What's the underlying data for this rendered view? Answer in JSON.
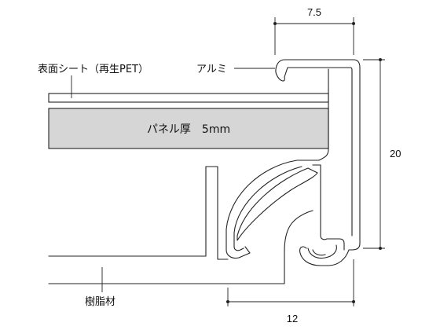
{
  "labels": {
    "surface_sheet": "表面シート（再生PET）",
    "aluminum": "アルミ",
    "panel_thickness": "パネル厚　5mm",
    "resin": "樹脂材"
  },
  "dimensions": {
    "top_width": "7.5",
    "right_height": "20",
    "bottom_width": "12"
  },
  "colors": {
    "panel_fill": "#d6d6d6",
    "line": "#222222",
    "background": "#ffffff"
  }
}
